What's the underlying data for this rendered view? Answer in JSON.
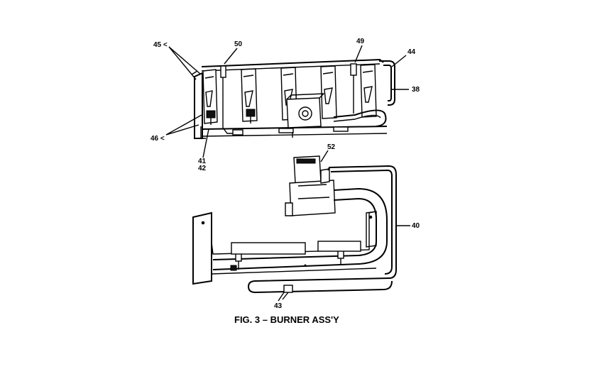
{
  "figure": {
    "caption": "FIG. 3 – BURNER ASS'Y",
    "labels": {
      "l45": "45 <",
      "l46": "46 <",
      "l50": "50",
      "l49": "49",
      "l44": "44",
      "l38": "38",
      "l41": "41",
      "l42": "42",
      "l52": "52",
      "l40": "40",
      "l43": "43"
    }
  }
}
